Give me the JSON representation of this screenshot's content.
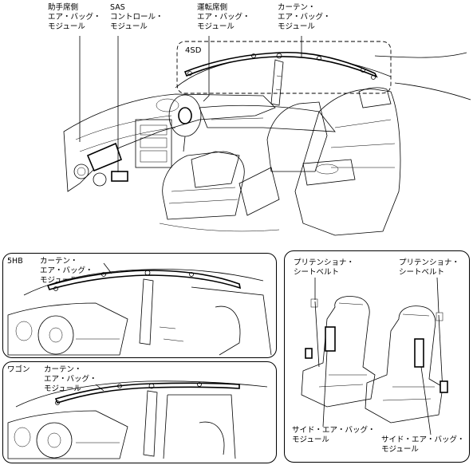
{
  "main": {
    "label_passenger_airbag": [
      "助手席側",
      "エア・バッグ・",
      "モジュール"
    ],
    "label_sas": [
      "SAS",
      "コントロール・",
      "モジュール"
    ],
    "label_driver_airbag": [
      "運転席側",
      "エア・バッグ・",
      "モジュール"
    ],
    "label_curtain": [
      "カーテン・",
      "エア・バッグ・",
      "モジュール"
    ],
    "label_4sd": "4SD"
  },
  "hb5": {
    "tag": "5HB",
    "label_curtain": [
      "カーテン・",
      "エア・バッグ・",
      "モジュール"
    ]
  },
  "wagon": {
    "tag": "ワゴン",
    "label_curtain": [
      "カーテン・",
      "エア・バッグ・",
      "モジュール"
    ]
  },
  "seats": {
    "pretensioner_left": [
      "プリテンショナ・",
      "シートベルト"
    ],
    "pretensioner_right": [
      "プリテンショナ・",
      "シートベルト"
    ],
    "side_airbag_left": [
      "サイド・エア・バッグ・",
      "モジュール"
    ],
    "side_airbag_right": [
      "サイド・エア・バッグ・",
      "モジュール"
    ]
  }
}
